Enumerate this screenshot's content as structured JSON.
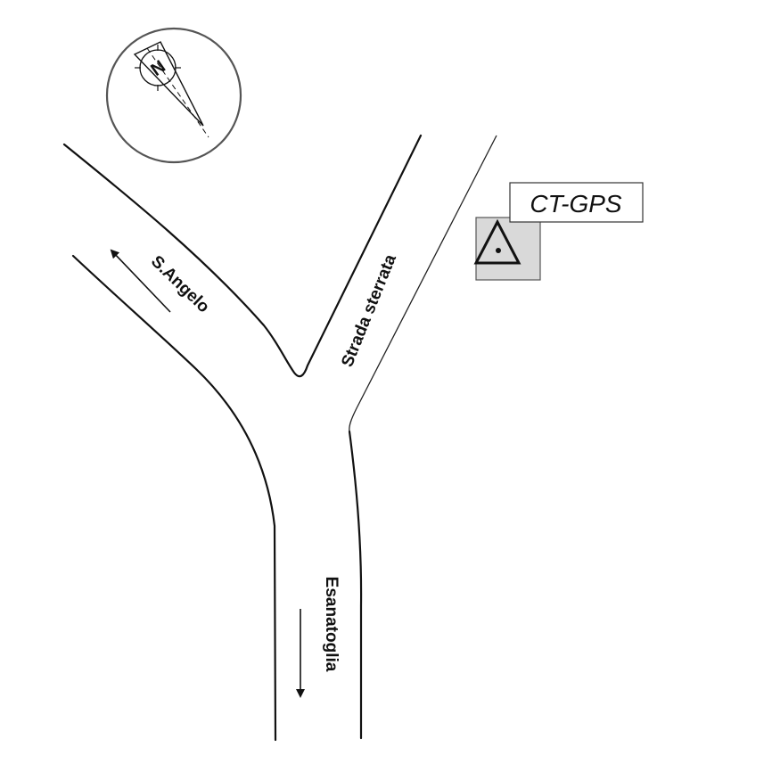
{
  "compass": {
    "north_label": "N"
  },
  "roads": {
    "sangelo": "S.Angelo",
    "strada_sterrata": "Strada sterrata",
    "esanatoglia": "Esanatoglia"
  },
  "station": {
    "label": "CT-GPS",
    "icon": "gps-station-triangle-icon",
    "box_color": "#d9d9d9"
  }
}
